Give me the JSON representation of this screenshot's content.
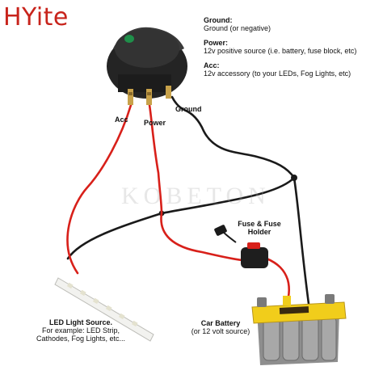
{
  "brand": "HYite",
  "watermark": "KOBETON",
  "legend": {
    "ground_title": "Ground:",
    "ground_desc": "Ground (or negative)",
    "power_title": "Power:",
    "power_desc": "12v positive source (i.e. battery, fuse block, etc)",
    "acc_title": "Acc:",
    "acc_desc": "12v accessory (to your LEDs, Fog Lights, etc)"
  },
  "terminals": {
    "acc": "Acc",
    "power": "Power",
    "ground": "Ground"
  },
  "fuse": {
    "line1": "Fuse & Fuse",
    "line2": "Holder"
  },
  "battery": {
    "title": "Car Battery",
    "subtitle": "(or 12 volt source)"
  },
  "led": {
    "title": "LED Light Source.",
    "line1": "For example: LED Strip,",
    "line2": "Cathodes, Fog Lights, etc..."
  },
  "colors": {
    "wire_red": "#d8201a",
    "wire_black": "#1a1a1a",
    "battery_yellow": "#f1cd1b",
    "battery_gray": "#9a9a9a",
    "switch_body": "#2c2c2c",
    "indicator_green": "#1f8f4a",
    "brand": "#c8241c"
  },
  "icons": [
    "rocker-switch-icon",
    "fuse-holder-icon",
    "car-battery-icon",
    "led-strip-icon"
  ]
}
